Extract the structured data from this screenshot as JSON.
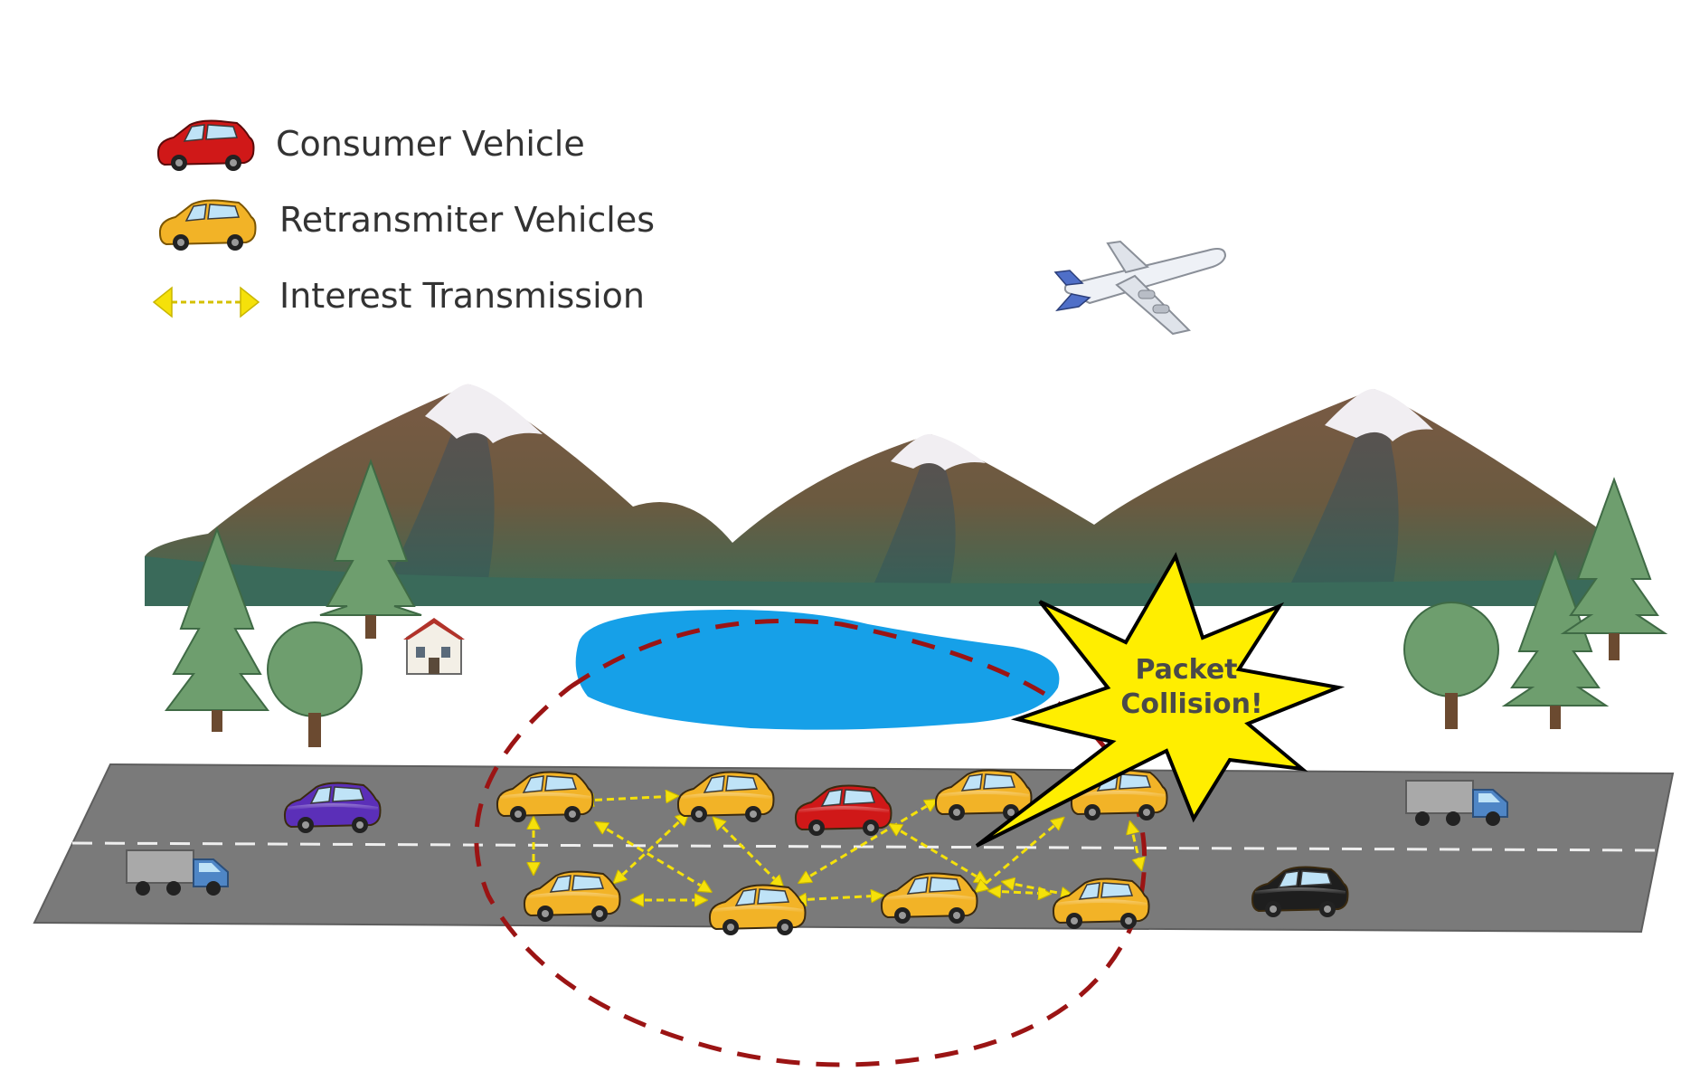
{
  "legend": {
    "consumer": "Consumer Vehicle",
    "retransmitter": "Retransmiter Vehicles",
    "interest": "Interest Transmission"
  },
  "callout": {
    "line1": "Packet",
    "line2": "Collision!"
  },
  "colors": {
    "consumer": "#d01818",
    "retransmitter": "#f2b327",
    "interest_arrow": "#f5e10a",
    "range_circle": "#9b1414",
    "lake": "#16a0e8",
    "road": "#7a7a7a",
    "burst": "#ffee00",
    "purple_car": "#5b2fb8",
    "black_car": "#1e1e1e",
    "truck_cab": "#4f86c6"
  },
  "icons": [
    "airplane-icon",
    "house-icon",
    "tree-icon",
    "mountain-icon",
    "truck-icon",
    "car-icon"
  ]
}
